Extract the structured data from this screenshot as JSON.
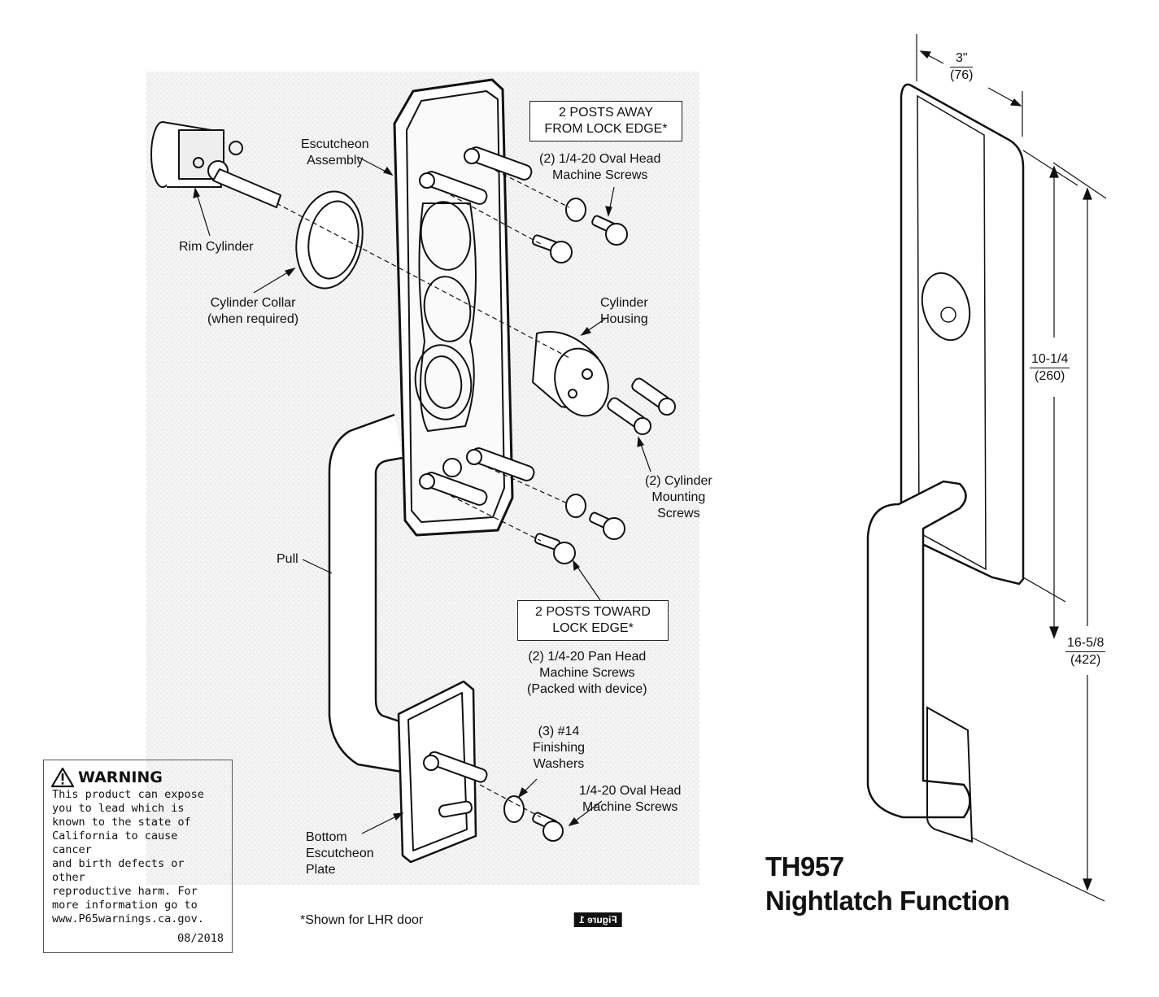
{
  "callouts": {
    "escutcheon": "Escutcheon\nAssembly",
    "rim_cylinder": "Rim Cylinder",
    "cylinder_collar": "Cylinder Collar\n(when required)",
    "posts_away": "2 POSTS AWAY\nFROM LOCK EDGE*",
    "oval_screws_top": "(2) 1/4-20 Oval Head\nMachine Screws",
    "cylinder_housing": "Cylinder\nHousing",
    "cyl_mount_screws": "(2) Cylinder\nMounting\nScrews",
    "pull": "Pull",
    "posts_toward": "2 POSTS TOWARD\nLOCK EDGE*",
    "pan_screws": "(2) 1/4-20 Pan Head\nMachine Screws\n(Packed with device)",
    "washers": "(3) #14\nFinishing\nWashers",
    "oval_screws_bottom": "1/4-20 Oval Head\nMachine Screws",
    "bottom_plate": "Bottom\nEscutcheon\nPlate",
    "lhr_note": "*Shown for LHR door",
    "figure_tag": "Figure 1"
  },
  "warning": {
    "heading": "WARNING",
    "body": "This product can expose\nyou to lead which is\nknown to the state of\nCalifornia to cause cancer\nand birth defects or other\nreproductive harm. For\nmore information go to\nwww.P65warnings.ca.gov.",
    "date": "08/2018"
  },
  "dimensions": {
    "width_in": "3\"",
    "width_mm": "(76)",
    "upper_in": "10-1/4",
    "upper_mm": "(260)",
    "overall_in": "16-5/8",
    "overall_mm": "(422)"
  },
  "title": {
    "model": "TH957",
    "function": "Nightlatch Function"
  }
}
